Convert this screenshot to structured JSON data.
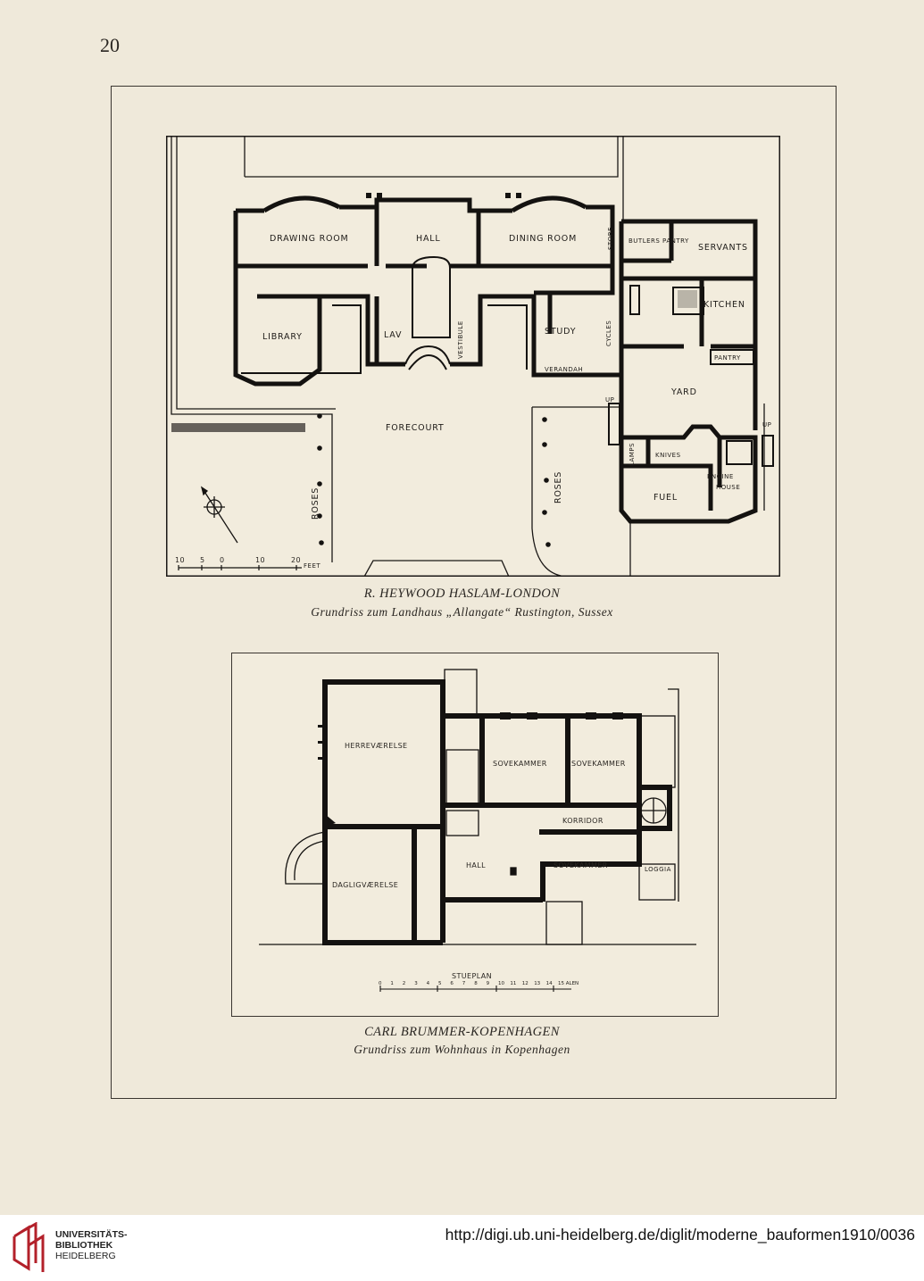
{
  "page": {
    "number": "20"
  },
  "plan_top": {
    "rooms": {
      "drawing_room": "DRAWING ROOM",
      "hall": "HALL",
      "dining_room": "DINING ROOM",
      "store": "STORE",
      "butlers_pantry": "BUTLERS PANTRY",
      "servants": "SERVANTS",
      "kitchen": "KITCHEN",
      "library": "LIBRARY",
      "lav": "LAV",
      "vestibule": "VESTIBULE",
      "study": "STUDY",
      "cycles": "CYCLES",
      "verandah": "VERANDAH",
      "pantry": "PANTRY",
      "yard": "YARD",
      "forecourt": "FORECOURT",
      "up_left": "UP",
      "up_right": "UP",
      "lamps": "LAMPS",
      "knives": "KNIVES",
      "engine": "ENGINE",
      "house": "HOUSE",
      "fuel": "FUEL",
      "roses_left": "ROSES",
      "roses_right": "ROSES"
    },
    "scale": {
      "ticks": [
        "10",
        "5",
        "0",
        "10",
        "20"
      ],
      "unit": "FEET"
    }
  },
  "caption_top": {
    "architect": "R. HEYWOOD HASLAM-LONDON",
    "subtitle": "Grundriss zum Landhaus „Allangate“ Rustington, Sussex"
  },
  "plan_bottom": {
    "rooms": {
      "herrevaerelse": "HERREVÆRELSE",
      "sovekammer_1": "SOVEKAMMER",
      "sovekammer_2": "SOVEKAMMER",
      "korridor": "KORRIDOR",
      "hall": "HALL",
      "sovekammer_3": "SOVEKAMMER",
      "loggia": "LOGGIA",
      "dagligvaerelse": "DAGLIGVÆRELSE"
    },
    "scale": {
      "title": "STUEPLAN",
      "ticks": [
        "0",
        "1",
        "2",
        "3",
        "4",
        "5",
        "6",
        "7",
        "8",
        "9",
        "10",
        "11",
        "12",
        "13",
        "14",
        "15 ALEN"
      ]
    }
  },
  "caption_bottom": {
    "architect": "CARL BRUMMER-KOPENHAGEN",
    "subtitle": "Grundriss zum Wohnhaus in Kopenhagen"
  },
  "footer": {
    "org_line1": "UNIVERSITÄTS-",
    "org_line2": "BIBLIOTHEK",
    "org_line3": "HEIDELBERG",
    "url": "http://digi.ub.uni-heidelberg.de/diglit/moderne_bauformen1910/0036"
  }
}
